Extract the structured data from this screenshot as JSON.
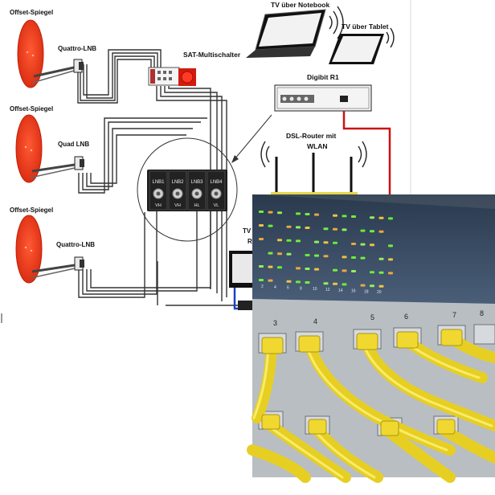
{
  "dishes": [
    {
      "label": "Offset-Spiegel",
      "lnb_label": "Quattro-LNB"
    },
    {
      "label": "Offset-Spiegel",
      "lnb_label": "Quad LNB"
    },
    {
      "label": "Offset-Spiegel",
      "lnb_label": "Quattro-LNB"
    }
  ],
  "multiswitch_label": "SAT-Multischalter",
  "lnb_ports": [
    {
      "label": "LNB1",
      "sub": "VH"
    },
    {
      "label": "LNB2",
      "sub": "VH"
    },
    {
      "label": "LNB3",
      "sub": "HL"
    },
    {
      "label": "LNB4",
      "sub": "VL"
    }
  ],
  "notebook_label": "TV über Notebook",
  "tablet_label": "TV über Tablet",
  "receiver_label": "Digibit R1",
  "router_label_line1": "DSL-Router mit",
  "router_label_line2": "WLAN",
  "tv_partial_line1": "TV",
  "tv_partial_line2": "Re",
  "colors": {
    "dish": "#ef3b1c",
    "cable": "#333333",
    "lan_cable": "#cc1111",
    "blue_cable": "#1a40c8",
    "photo_panel": "#7c8b98",
    "yellow_cable": "#e8d22a"
  }
}
